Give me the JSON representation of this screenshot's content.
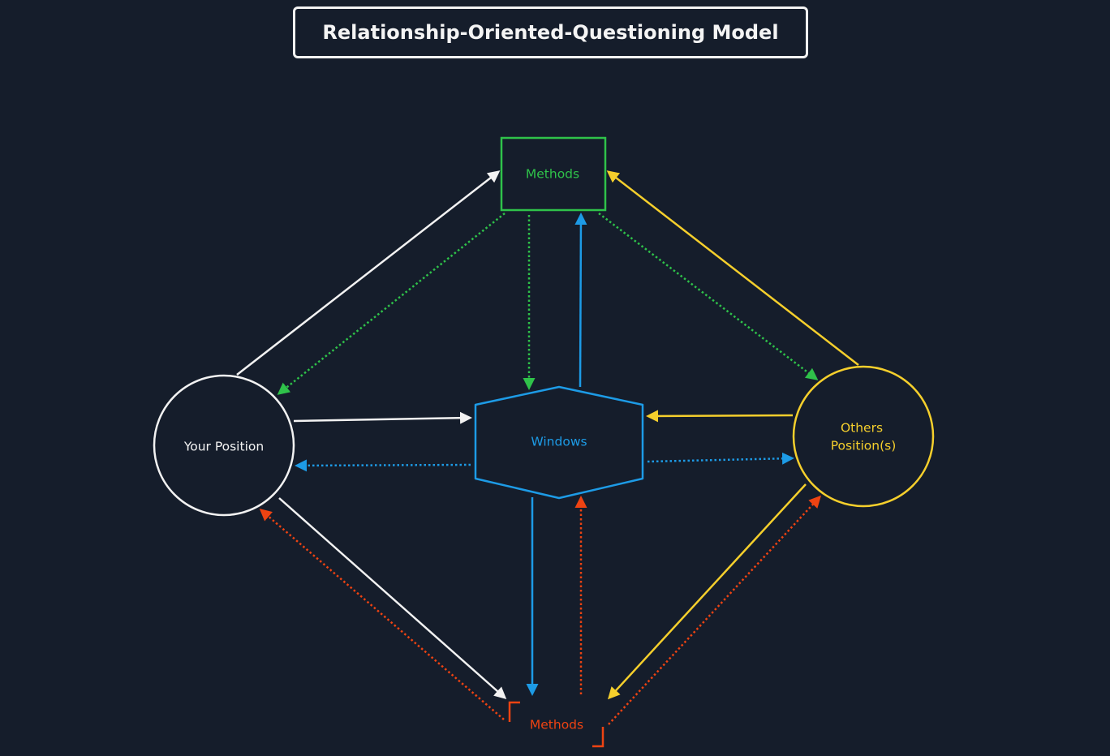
{
  "title": "Relationship-Oriented-Questioning Model",
  "nodes": {
    "methods_top": {
      "label": "Methods",
      "color": "#2fc24a"
    },
    "your_position": {
      "label": "Your Position",
      "color": "#f2f2f2"
    },
    "windows": {
      "label": "Windows",
      "color": "#1d9be6"
    },
    "others_position": {
      "label_line1": "Others",
      "label_line2": "Position(s)",
      "color": "#f5cf2c"
    },
    "methods_bottom": {
      "label": "Methods",
      "color": "#ee4312"
    }
  },
  "colors": {
    "background": "#151d2b",
    "white": "#f2f2f2",
    "green": "#2fc24a",
    "blue": "#1d9be6",
    "yellow": "#f5cf2c",
    "red": "#ee4312"
  }
}
